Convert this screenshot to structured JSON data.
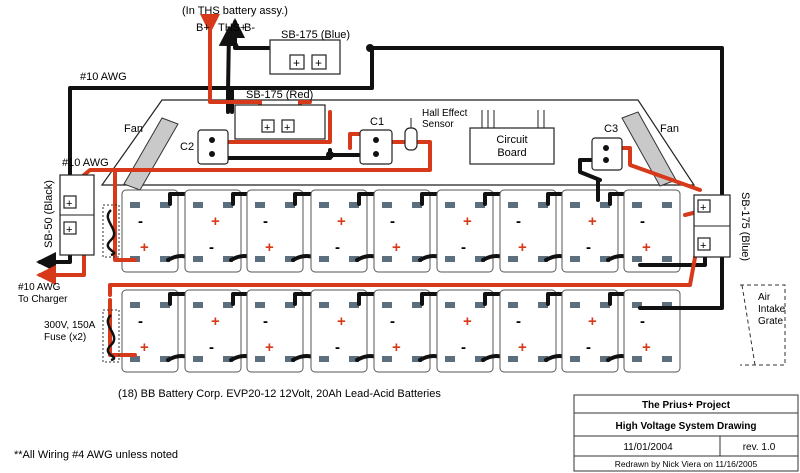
{
  "labels": {
    "ths_assy": "(In THS battery assy.)",
    "b_plus": "B+",
    "ths_plus": "THS+",
    "b_minus": "B-",
    "sb175_blue_top": "SB-175 (Blue)",
    "awg10_top": "#10 AWG",
    "sb175_red": "SB-175 (Red)",
    "fan_left": "Fan",
    "fan_right": "Fan",
    "c1": "C1",
    "c2": "C2",
    "c3": "C3",
    "hall_sensor": "Hall Effect\nSensor",
    "circuit_board": "Circuit\nBoard",
    "awg10_mid": "#10 AWG",
    "sb50_black": "SB-50 (Black)",
    "sb175_blue_right": "SB-175 (Blue)",
    "awg10_charger": "#10 AWG\nTo Charger",
    "fuse": "300V, 150A\nFuse (x2)",
    "air_intake": "Air\nIntake\nGrate",
    "batteries_caption": "(18) BB Battery Corp. EVP20-12  12Volt, 20Ah Lead-Acid Batteries",
    "wiring_note": "**All Wiring #4 AWG unless noted"
  },
  "battery_symbols": {
    "minus": "-",
    "plus": "+"
  },
  "title_block": {
    "project": "The Prius+ Project",
    "drawing": "High Voltage System Drawing",
    "date": "11/01/2004",
    "rev": "rev. 1.0",
    "redrawn": "Redrawn by Nick Viera on 11/16/2005"
  },
  "colors": {
    "positive_wire": "#d63a1a",
    "negative_wire": "#111111",
    "terminal": "#5b6f7e"
  }
}
